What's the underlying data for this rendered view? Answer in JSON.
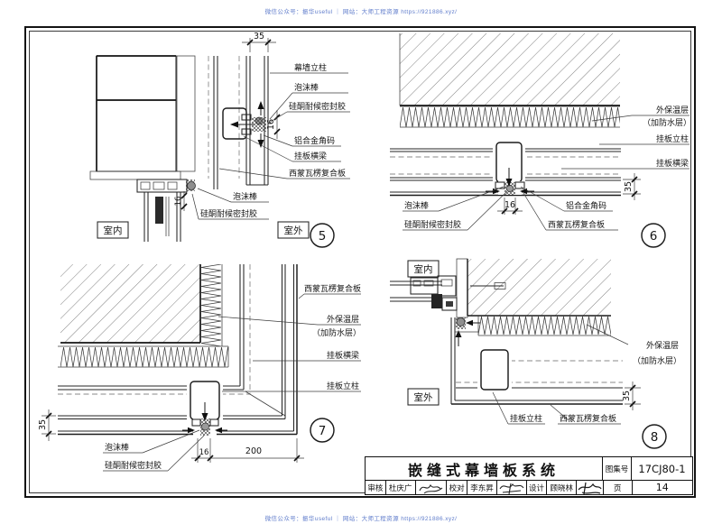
{
  "watermark": {
    "top": "微信公众号：振华useful ｜ 网站：大师工程资源 https://921886.xyz/",
    "bottom": "微信公众号：振华useful ｜ 网站：大师工程资源 https://921886.xyz/"
  },
  "detail5": {
    "number": "5",
    "dim_top": "35",
    "dim_joint": "16",
    "dim_window": "16",
    "label_mullion": "幕墙立柱",
    "label_foam_top": "泡沫棒",
    "label_sealant_top": "硅酮耐候密封胶",
    "label_angle": "铝合金角码",
    "label_beam": "挂板横梁",
    "label_panel": "西蒙瓦楞复合板",
    "label_foam_bottom": "泡沫棒",
    "label_sealant_bottom": "硅酮耐候密封胶",
    "label_indoor": "室内",
    "label_outdoor": "室外"
  },
  "detail6": {
    "number": "6",
    "label_insulation1": "外保温层",
    "label_insulation2": "（加防水层）",
    "label_post": "挂板立柱",
    "label_beam": "挂板横梁",
    "dim_right": "35",
    "label_foam": "泡沫棒",
    "label_sealant": "硅酮耐候密封胶",
    "dim_joint": "16",
    "label_angle": "铝合金角码",
    "label_panel": "西蒙瓦楞复合板"
  },
  "detail7": {
    "number": "7",
    "label_panel": "西蒙瓦楞复合板",
    "label_insulation1": "外保温层",
    "label_insulation2": "（加防水层）",
    "label_beam": "挂板横梁",
    "label_post": "挂板立柱",
    "dim_left": "35",
    "label_foam": "泡沫棒",
    "label_sealant": "硅酮耐候密封胶",
    "dim_joint": "16",
    "dim_span": "200"
  },
  "detail8": {
    "number": "8",
    "label_indoor": "室内",
    "label_outdoor": "室外",
    "label_insulation1": "外保温层",
    "label_insulation2": "（加防水层）",
    "dim_right": "35",
    "label_post": "挂板立柱",
    "label_panel": "西蒙瓦楞复合板"
  },
  "title_block": {
    "title": "嵌缝式幕墙板系统",
    "atlas_label": "图集号",
    "atlas_no": "17CJ80-1",
    "page_label": "页",
    "page_no": "14",
    "audit_label": "审核",
    "audit_name": "杜庆广",
    "check_label": "校对",
    "check_name": "李东昇",
    "design_label": "设计",
    "design_name": "顾晓林"
  }
}
